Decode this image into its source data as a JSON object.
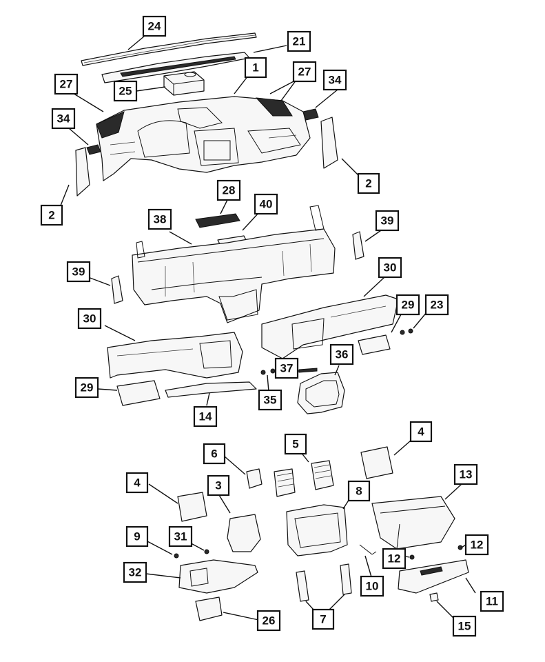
{
  "callouts": [
    {
      "id": "c24a",
      "label": "24"
    },
    {
      "id": "c21",
      "label": "21"
    },
    {
      "id": "c1",
      "label": "1"
    },
    {
      "id": "c27a",
      "label": "27"
    },
    {
      "id": "c27b",
      "label": "27"
    },
    {
      "id": "c34a",
      "label": "34"
    },
    {
      "id": "c34b",
      "label": "34"
    },
    {
      "id": "c25",
      "label": "25"
    },
    {
      "id": "c2a",
      "label": "2"
    },
    {
      "id": "c2b",
      "label": "2"
    },
    {
      "id": "c28",
      "label": "28"
    },
    {
      "id": "c40",
      "label": "40"
    },
    {
      "id": "c38",
      "label": "38"
    },
    {
      "id": "c39a",
      "label": "39"
    },
    {
      "id": "c39b",
      "label": "39"
    },
    {
      "id": "c30a",
      "label": "30"
    },
    {
      "id": "c30b",
      "label": "30"
    },
    {
      "id": "c29a",
      "label": "29"
    },
    {
      "id": "c23",
      "label": "23"
    },
    {
      "id": "c29b",
      "label": "29"
    },
    {
      "id": "c37",
      "label": "37"
    },
    {
      "id": "c36",
      "label": "36"
    },
    {
      "id": "c35",
      "label": "35"
    },
    {
      "id": "c14",
      "label": "14"
    },
    {
      "id": "c6",
      "label": "6"
    },
    {
      "id": "c5",
      "label": "5"
    },
    {
      "id": "c4a",
      "label": "4"
    },
    {
      "id": "c4b",
      "label": "4"
    },
    {
      "id": "c13",
      "label": "13"
    },
    {
      "id": "c3",
      "label": "3"
    },
    {
      "id": "c8",
      "label": "8"
    },
    {
      "id": "c9",
      "label": "9"
    },
    {
      "id": "c31",
      "label": "31"
    },
    {
      "id": "c12a",
      "label": "12"
    },
    {
      "id": "c12b",
      "label": "12"
    },
    {
      "id": "c32",
      "label": "32"
    },
    {
      "id": "c10",
      "label": "10"
    },
    {
      "id": "c11",
      "label": "11"
    },
    {
      "id": "c7",
      "label": "7"
    },
    {
      "id": "c26",
      "label": "26"
    },
    {
      "id": "c15",
      "label": "15"
    }
  ]
}
